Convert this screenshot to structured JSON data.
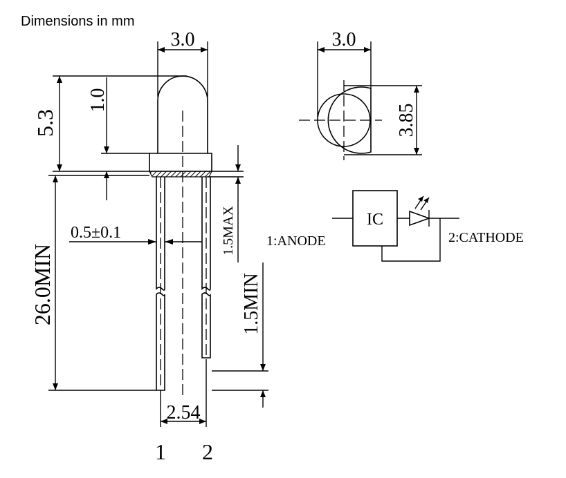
{
  "note": "Dimensions in mm",
  "dimensions": {
    "top_width": "3.0",
    "height_total": "5.3",
    "rim_height": "1.0",
    "lead_length": "26.0MIN",
    "lead_width": "0.5±0.1",
    "flange_max": "1.5MAX",
    "lead_min": "1.5MIN",
    "pitch": "2.54",
    "top_view_width": "3.0",
    "flange_diameter": "3.85"
  },
  "pins": {
    "pin1": "1",
    "pin2": "2"
  },
  "schematic": {
    "ic_label": "IC",
    "anode_label": "1:ANODE",
    "cathode_label": "2:CATHODE"
  }
}
